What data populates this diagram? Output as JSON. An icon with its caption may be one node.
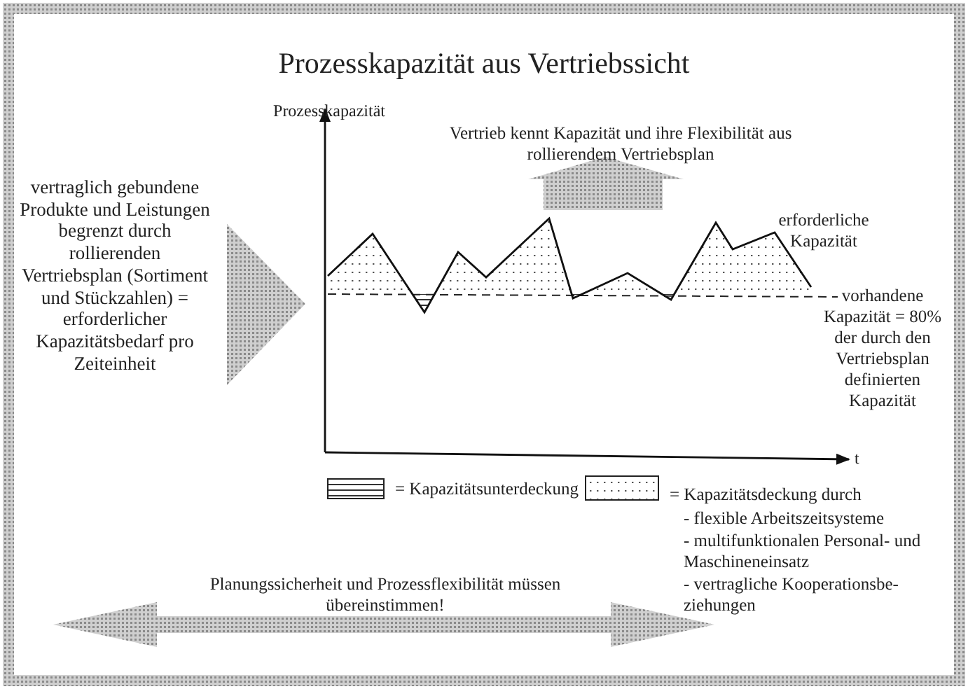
{
  "diagram": {
    "title": "Prozesskapazität aus Vertriebssicht",
    "labels": [
      "Prozesskapazität",
      "vertraglich gebundene Produkte und Leistungen begrenzt durch rollierenden Vertriebsplan (Sortiment und Stückzahlen) = erforderlicher Kapazitätsbedarf pro Zeiteinheit",
      "Vertrieb kennt Kapazität und ihre Flexibilität aus rollierendem Vertriebsplan",
      "erforderliche Kapazität",
      "vorhandene Kapazität = 80% der durch den Vertriebsplan definierten Kapazität",
      "t",
      "- flexible Arbeitszeitsysteme",
      "- multifunktionalen Personal- und Maschineneinsatz",
      "- vertragliche Kooperationsbe-ziehungen",
      "Planungssicherheit und Prozessflexibilität müssen übereinstimmen!"
    ],
    "legend": [
      {
        "text": "= Kapazitätsunterdeckung"
      },
      {
        "text": "= Kapazitätsdeckung durch"
      }
    ]
  }
}
